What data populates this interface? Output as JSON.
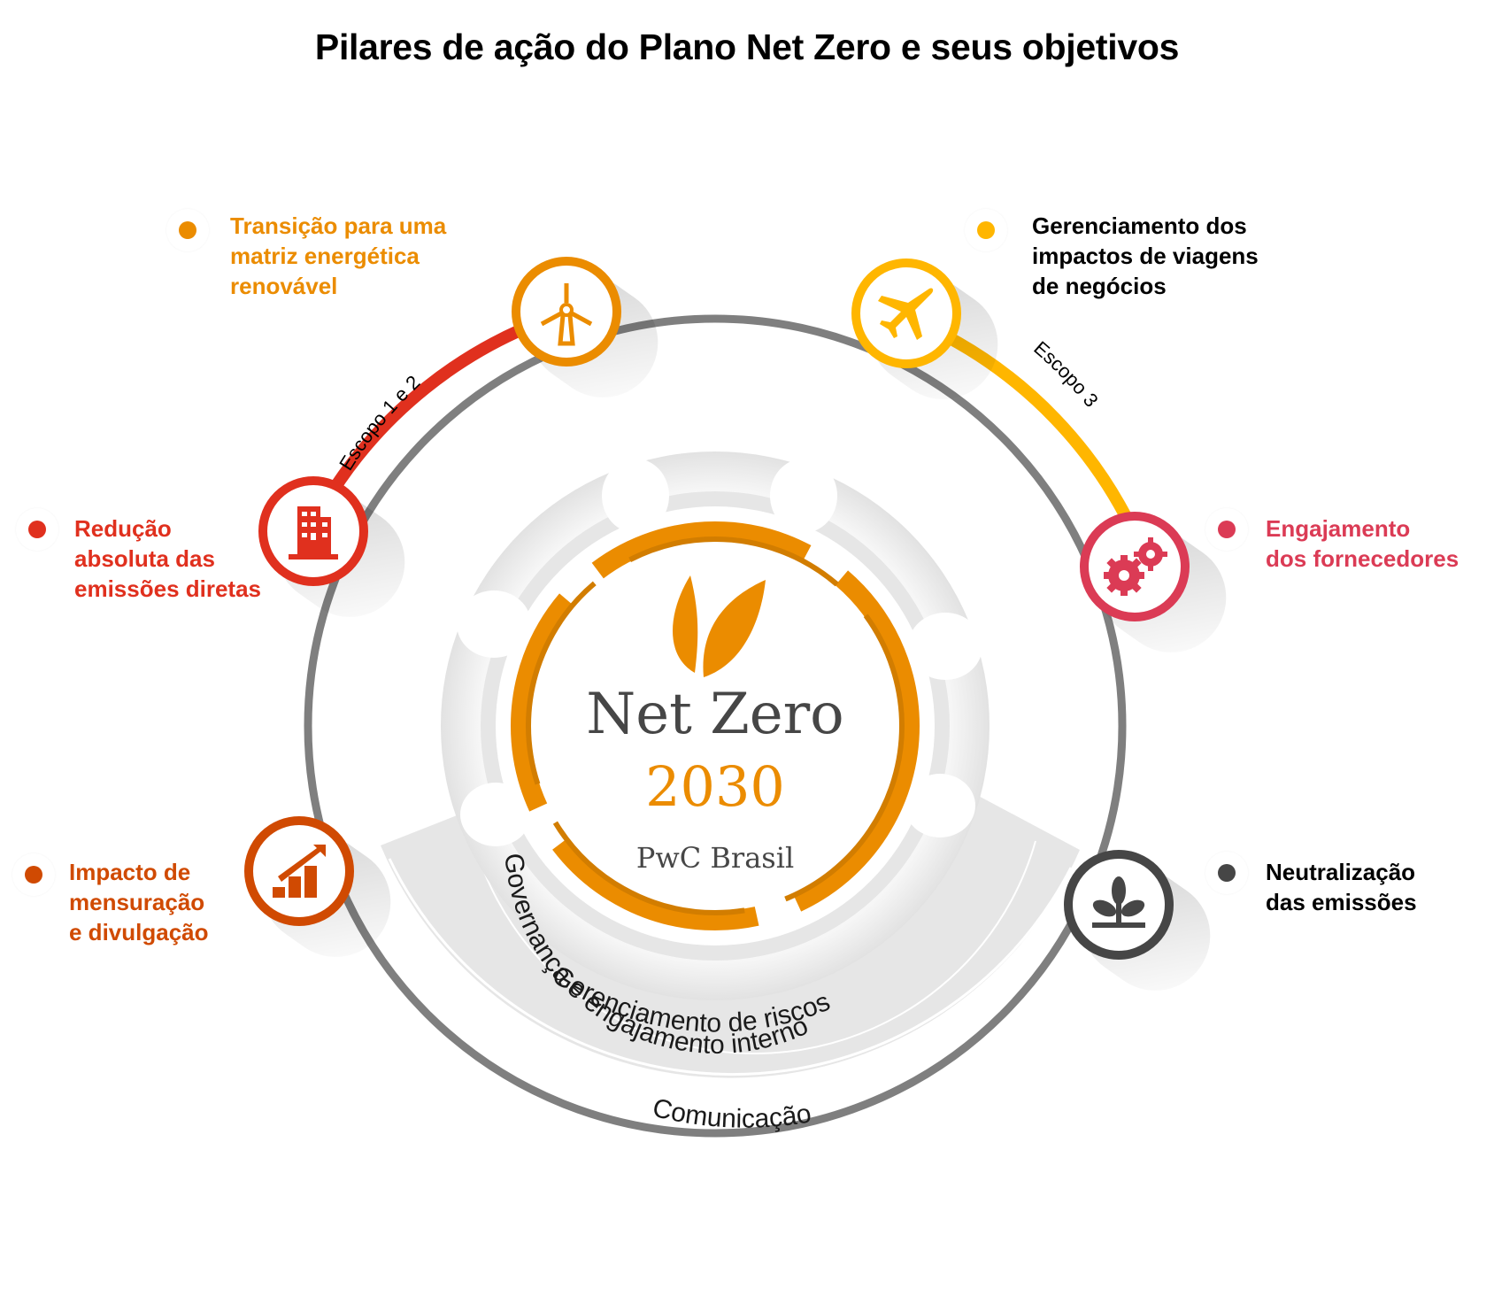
{
  "title": "Pilares de ação do Plano Net Zero e seus objetivos",
  "center": {
    "heading": "Net Zero",
    "year": "2030",
    "org": "PwC Brasil",
    "icon": "leaves-icon"
  },
  "scopes": {
    "scope_1_2": {
      "label": "Escopo 1 e 2",
      "color": "#E0301E"
    },
    "scope_3": {
      "label": "Escopo 3",
      "color": "#FFB600"
    }
  },
  "bands": {
    "inner": "Governança e engajamento interno",
    "middle": "Gerenciamento de riscos",
    "outer": "Comunicação"
  },
  "pillars": [
    {
      "id": "renewable",
      "label_lines": [
        "Transição para uma",
        "matriz energética",
        "renovável"
      ],
      "color": "#EB8C00",
      "text_color": "#EB8C00",
      "icon": "wind-turbine-icon"
    },
    {
      "id": "travel",
      "label_lines": [
        "Gerenciamento dos",
        "impactos de viagens",
        "de negócios"
      ],
      "color": "#FFB600",
      "text_color": "#000000",
      "icon": "airplane-icon"
    },
    {
      "id": "direct",
      "label_lines": [
        "Redução",
        "absoluta das",
        "emissões diretas"
      ],
      "color": "#E0301E",
      "text_color": "#E0301E",
      "icon": "building-icon"
    },
    {
      "id": "suppliers",
      "label_lines": [
        "Engajamento",
        "dos fornecedores"
      ],
      "color": "#DB3B55",
      "text_color": "#DB3B55",
      "icon": "gears-icon"
    },
    {
      "id": "measurement",
      "label_lines": [
        "Impacto de",
        "mensuração",
        "e divulgação"
      ],
      "color": "#D04A02",
      "text_color": "#D04A02",
      "icon": "growth-chart-icon"
    },
    {
      "id": "neutralization",
      "label_lines": [
        "Neutralização",
        "das emissões"
      ],
      "color": "#464646",
      "text_color": "#000000",
      "icon": "plant-icon"
    }
  ],
  "colors": {
    "orange": "#EB8C00",
    "dark_orange": "#D27D00",
    "gray_ring": "#7F7F7F",
    "band_fill": "#E6E6E6",
    "text_dark": "#464646"
  }
}
